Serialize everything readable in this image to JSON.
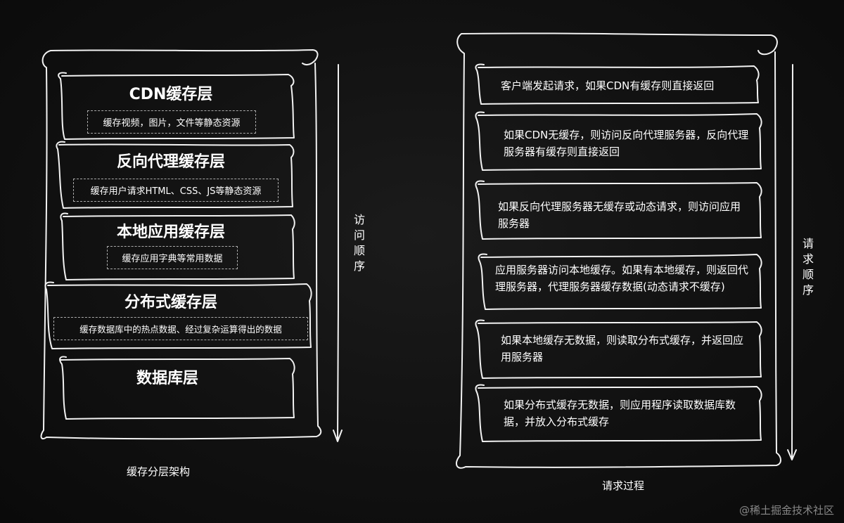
{
  "left": {
    "layers": [
      {
        "title": "CDN缓存层",
        "desc": "缓存视频，图片，文件等静态资源"
      },
      {
        "title": "反向代理缓存层",
        "desc": "缓存用户请求HTML、CSS、JS等静态资源"
      },
      {
        "title": "本地应用缓存层",
        "desc": "缓存应用字典等常用数据"
      },
      {
        "title": "分布式缓存层",
        "desc": "缓存数据库中的热点数据、经过复杂运算得出的数据"
      },
      {
        "title": "数据库层",
        "desc": ""
      }
    ],
    "order_label": "访问顺序",
    "caption": "缓存分层架构"
  },
  "right": {
    "steps": [
      "客户端发起请求，如果CDN有缓存则直接返回",
      "如果CDN无缓存，则访问反向代理服务器，反向代理服务器有缓存则直接返回",
      "如果反向代理服务器无缓存或动态请求，则访问应用服务器",
      "应用服务器访问本地缓存。如果有本地缓存，则返回代理服务器，代理服务器缓存数据(动态请求不缓存)",
      "如果本地缓存无数据，则读取分布式缓存，并返回应用服务器",
      "如果分布式缓存无数据，则应用程序读取数据库数据，并放入分布式缓存"
    ],
    "order_label": "请求顺序",
    "caption": "请求过程"
  },
  "watermark": "@稀土掘金技术社区"
}
